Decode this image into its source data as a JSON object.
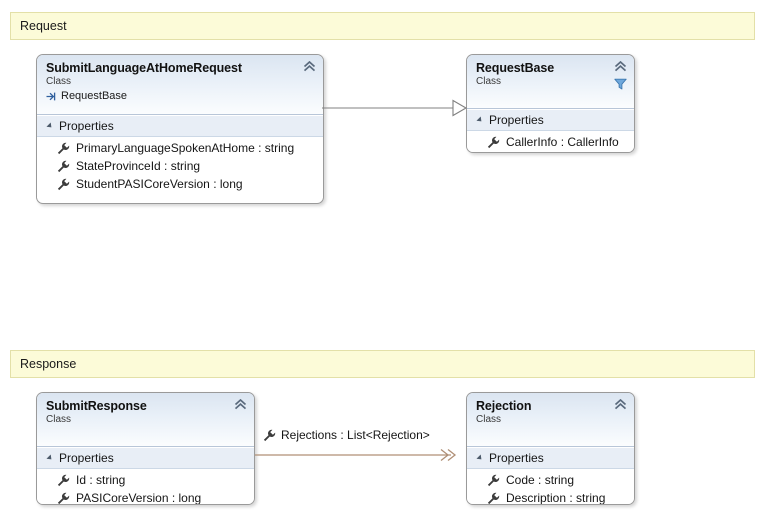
{
  "diagram": {
    "type": "uml-class-diagram",
    "background": "#ffffff",
    "bands": [
      {
        "id": "request",
        "label": "Request",
        "fill": "#fcfbd8",
        "border": "#e3e0a8"
      },
      {
        "id": "response",
        "label": "Response",
        "fill": "#fcfbd8",
        "border": "#e3e0a8"
      }
    ],
    "classes": [
      {
        "id": "submit-language-at-home-request",
        "name": "SubmitLanguageAtHomeRequest",
        "stereotype": "Class",
        "base": "RequestBase",
        "base_icon": "inherit-arrow-icon",
        "collapse_icon": "chevron-up-icon",
        "compartment": "Properties",
        "members": [
          {
            "icon": "wrench-icon",
            "text": "PrimaryLanguageSpokenAtHome : string"
          },
          {
            "icon": "wrench-icon",
            "text": "StateProvinceId : string"
          },
          {
            "icon": "wrench-icon",
            "text": "StudentPASICoreVersion : long"
          }
        ]
      },
      {
        "id": "request-base",
        "name": "RequestBase",
        "stereotype": "Class",
        "base": null,
        "collapse_icon": "chevron-up-icon",
        "filter_icon": "funnel-icon",
        "compartment": "Properties",
        "members": [
          {
            "icon": "wrench-icon",
            "text": "CallerInfo : CallerInfo"
          }
        ]
      },
      {
        "id": "submit-response",
        "name": "SubmitResponse",
        "stereotype": "Class",
        "base": null,
        "collapse_icon": "chevron-up-icon",
        "compartment": "Properties",
        "members": [
          {
            "icon": "wrench-icon",
            "text": "Id : string"
          },
          {
            "icon": "wrench-icon",
            "text": "PASICoreVersion : long"
          }
        ]
      },
      {
        "id": "rejection",
        "name": "Rejection",
        "stereotype": "Class",
        "base": null,
        "collapse_icon": "chevron-up-icon",
        "compartment": "Properties",
        "members": [
          {
            "icon": "wrench-icon",
            "text": "Code : string"
          },
          {
            "icon": "wrench-icon",
            "text": "Description : string"
          }
        ]
      }
    ],
    "connectors": [
      {
        "id": "inheritance",
        "kind": "inheritance",
        "from": "SubmitLanguageAtHomeRequest",
        "to": "RequestBase",
        "label": "",
        "color": "#808080",
        "arrow": "hollow-triangle"
      },
      {
        "id": "association",
        "kind": "association",
        "from": "SubmitResponse",
        "to": "Rejection",
        "label": "Rejections : List<Rejection>",
        "label_icon": "wrench-icon",
        "color": "#b08f76",
        "arrow": "double-chevron"
      }
    ]
  }
}
